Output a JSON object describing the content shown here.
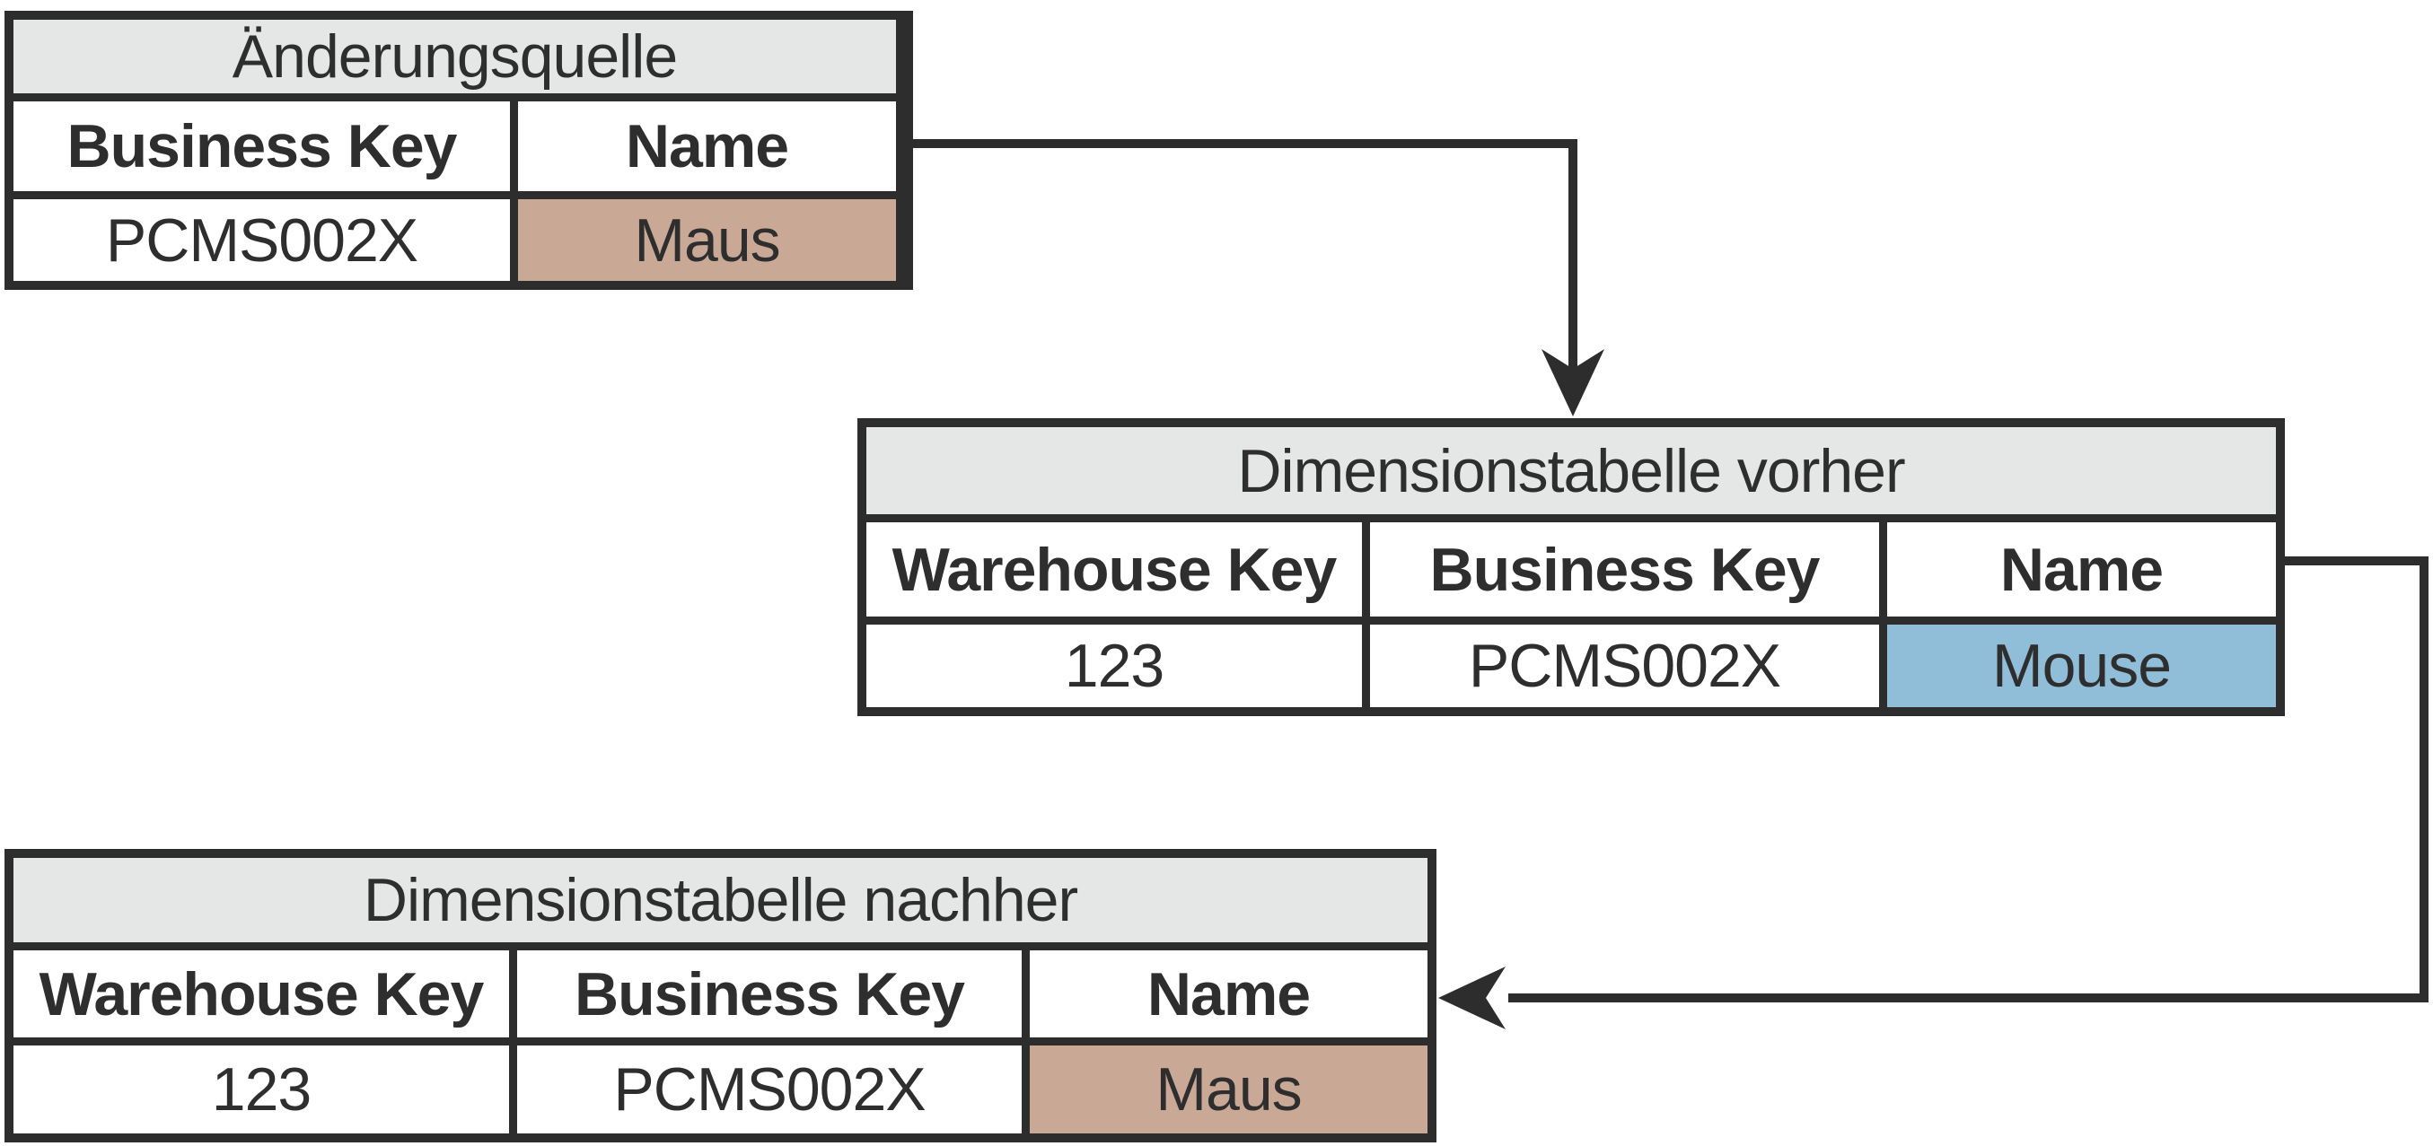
{
  "colors": {
    "background": "#ffffff",
    "line": "#2d2d2d",
    "text": "#2e2e2e",
    "cell_bg": "#ffffff",
    "table_title_bg": "#e5e6e6",
    "highlight_tan": "#c9a896",
    "highlight_blue": "#90bdd7"
  },
  "tables": [
    {
      "title": "Änderungsquelle",
      "columns": [
        "Business Key",
        "Name"
      ],
      "rows": [
        [
          "PCMS002X",
          "Maus"
        ]
      ],
      "highlighted_cell": {
        "column": "Name",
        "value": "Maus",
        "color": "#c9a896"
      }
    },
    {
      "title": "Dimensionstabelle vorher",
      "columns": [
        "Warehouse Key",
        "Business Key",
        "Name"
      ],
      "rows": [
        [
          "123",
          "PCMS002X",
          "Mouse"
        ]
      ],
      "highlighted_cell": {
        "column": "Name",
        "value": "Mouse",
        "color": "#90bdd7"
      }
    },
    {
      "title": "Dimensionstabelle nachher",
      "columns": [
        "Warehouse Key",
        "Business Key",
        "Name"
      ],
      "rows": [
        [
          "123",
          "PCMS002X",
          "Maus"
        ]
      ],
      "highlighted_cell": {
        "column": "Name",
        "value": "Maus",
        "color": "#c9a896"
      }
    }
  ],
  "connectors": [
    {
      "name": "source-to-dimension-before",
      "from": "Änderungsquelle",
      "to": "Dimensionstabelle vorher",
      "arrow_direction": "down"
    },
    {
      "name": "dimension-before-to-after",
      "from": "Dimensionstabelle vorher",
      "to": "Dimensionstabelle nachher",
      "arrow_direction": "left"
    }
  ]
}
